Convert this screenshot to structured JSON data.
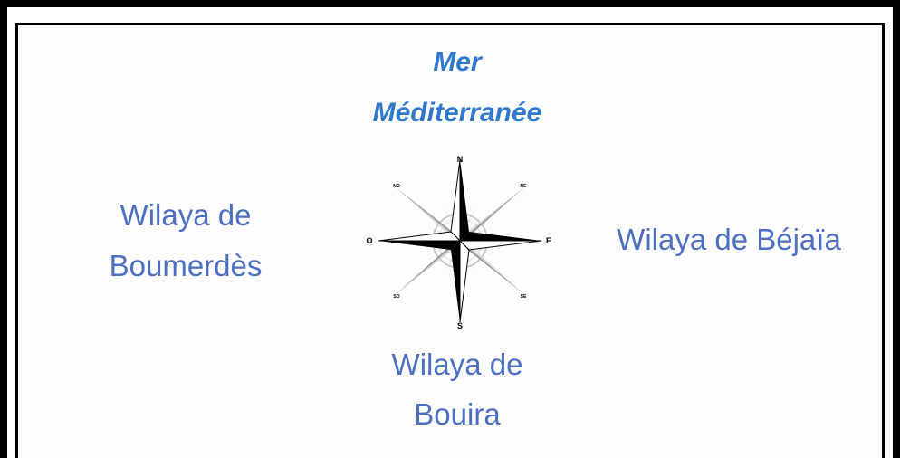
{
  "sea": {
    "line1": "Mer",
    "line2": "Méditerranée"
  },
  "west": {
    "line1": "Wilaya de",
    "line2": "Boumerdès"
  },
  "east": {
    "line1": "Wilaya de Béjaïa"
  },
  "south": {
    "line1": "Wilaya de",
    "line2": "Bouira"
  },
  "compass": {
    "north": "N",
    "south": "S",
    "east": "E",
    "west": "O",
    "northeast": "NE",
    "northwest": "NO",
    "southeast": "SE",
    "southwest": "SO"
  },
  "colors": {
    "region_text": "#4c6fc3",
    "sea_text": "#2f78cc",
    "border": "#000000"
  }
}
